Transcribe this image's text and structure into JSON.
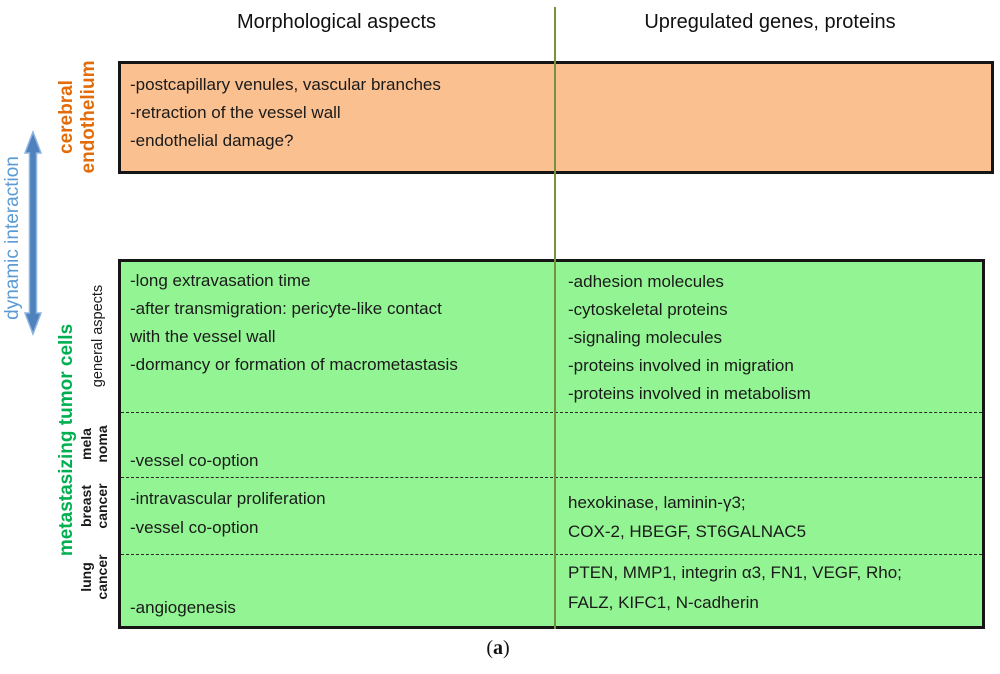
{
  "headers": {
    "morphology": "Morphological aspects",
    "genes": "Upregulated genes, proteins"
  },
  "side_labels": {
    "dynamic_interaction": "dynamic interaction",
    "cerebral_endothelium": {
      "line1": "cerebral",
      "line2": "endothelium"
    },
    "metastasizing_tumor_cells": "metastasizing tumor cells"
  },
  "endothelium_box": {
    "lines": [
      "-postcapillary venules, vascular branches",
      "-retraction of the vessel wall",
      "-endothelial damage?"
    ]
  },
  "tumor_box": {
    "rows": [
      {
        "label_lines": [
          "general aspects"
        ],
        "morphology": [
          "-long extravasation time",
          "-after transmigration: pericyte-like contact",
          "with the vessel wall",
          "-dormancy or formation of macrometastasis"
        ],
        "genes": [
          "-adhesion molecules",
          "-cytoskeletal proteins",
          "-signaling molecules",
          "-proteins involved in migration",
          "-proteins involved in metabolism"
        ]
      },
      {
        "label_lines": [
          "mela",
          "noma"
        ],
        "morphology": [
          "-vessel co-option"
        ],
        "genes": []
      },
      {
        "label_lines": [
          "breast",
          "cancer"
        ],
        "morphology": [
          "-intravascular proliferation",
          "-vessel co-option"
        ],
        "genes": [
          "hexokinase, laminin-γ3;",
          "COX-2, HBEGF, ST6GALNAC5"
        ]
      },
      {
        "label_lines": [
          "lung",
          "cancer"
        ],
        "morphology": [
          "-angiogenesis"
        ],
        "genes": [
          "PTEN, MMP1, integrin α3, FN1, VEGF, Rho;",
          "FALZ, KIFC1, N-cadherin"
        ]
      }
    ]
  },
  "caption": {
    "open": "(",
    "letter": "a",
    "close": ")"
  },
  "colors": {
    "endothelium_fill": "#FAC090",
    "endothelium_label": "#E36C09",
    "tumor_fill": "#92F492",
    "tumor_label": "#00B050",
    "arrow_blue": "#4F81BD",
    "arrow_text_blue": "#5B9BD5",
    "divider_olive": "#76923C"
  }
}
